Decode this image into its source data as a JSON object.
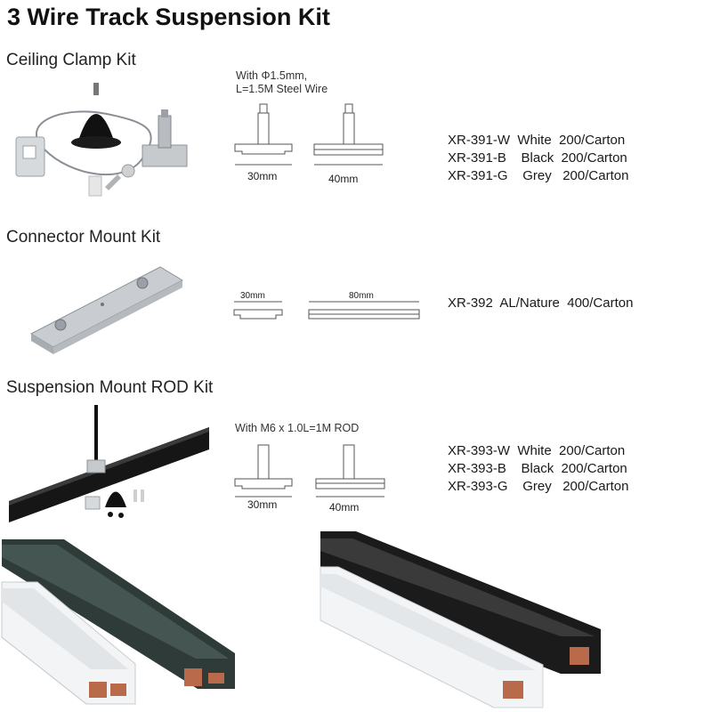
{
  "title": "3 Wire Track Suspension Kit",
  "sections": [
    {
      "heading": "Ceiling Clamp Kit",
      "note_lines": [
        "With Φ1.5mm,",
        "L=1.5M Steel Wire"
      ],
      "dims": [
        "30mm",
        "40mm"
      ],
      "specs": [
        "XR-391-W  White  200/Carton",
        "XR-391-B    Black  200/Carton",
        "XR-391-G    Grey   200/Carton"
      ]
    },
    {
      "heading": "Connector Mount Kit",
      "dims": [
        "30mm",
        "80mm"
      ],
      "specs": [
        "XR-392  AL/Nature  400/Carton"
      ]
    },
    {
      "heading": "Suspension Mount ROD Kit",
      "note_lines": [
        "With M6 x 1.0L=1M ROD"
      ],
      "dims": [
        "30mm",
        "40mm"
      ],
      "specs": [
        "XR-393-W  White  200/Carton",
        "XR-393-B    Black  200/Carton",
        "XR-393-G    Grey   200/Carton"
      ]
    }
  ],
  "colors": {
    "track_white": "#f2f4f6",
    "track_black": "#1b1b1b",
    "track_dark_green": "#2e3b38",
    "copper": "#b86a4b",
    "aluminium": "#c9ccd0"
  }
}
